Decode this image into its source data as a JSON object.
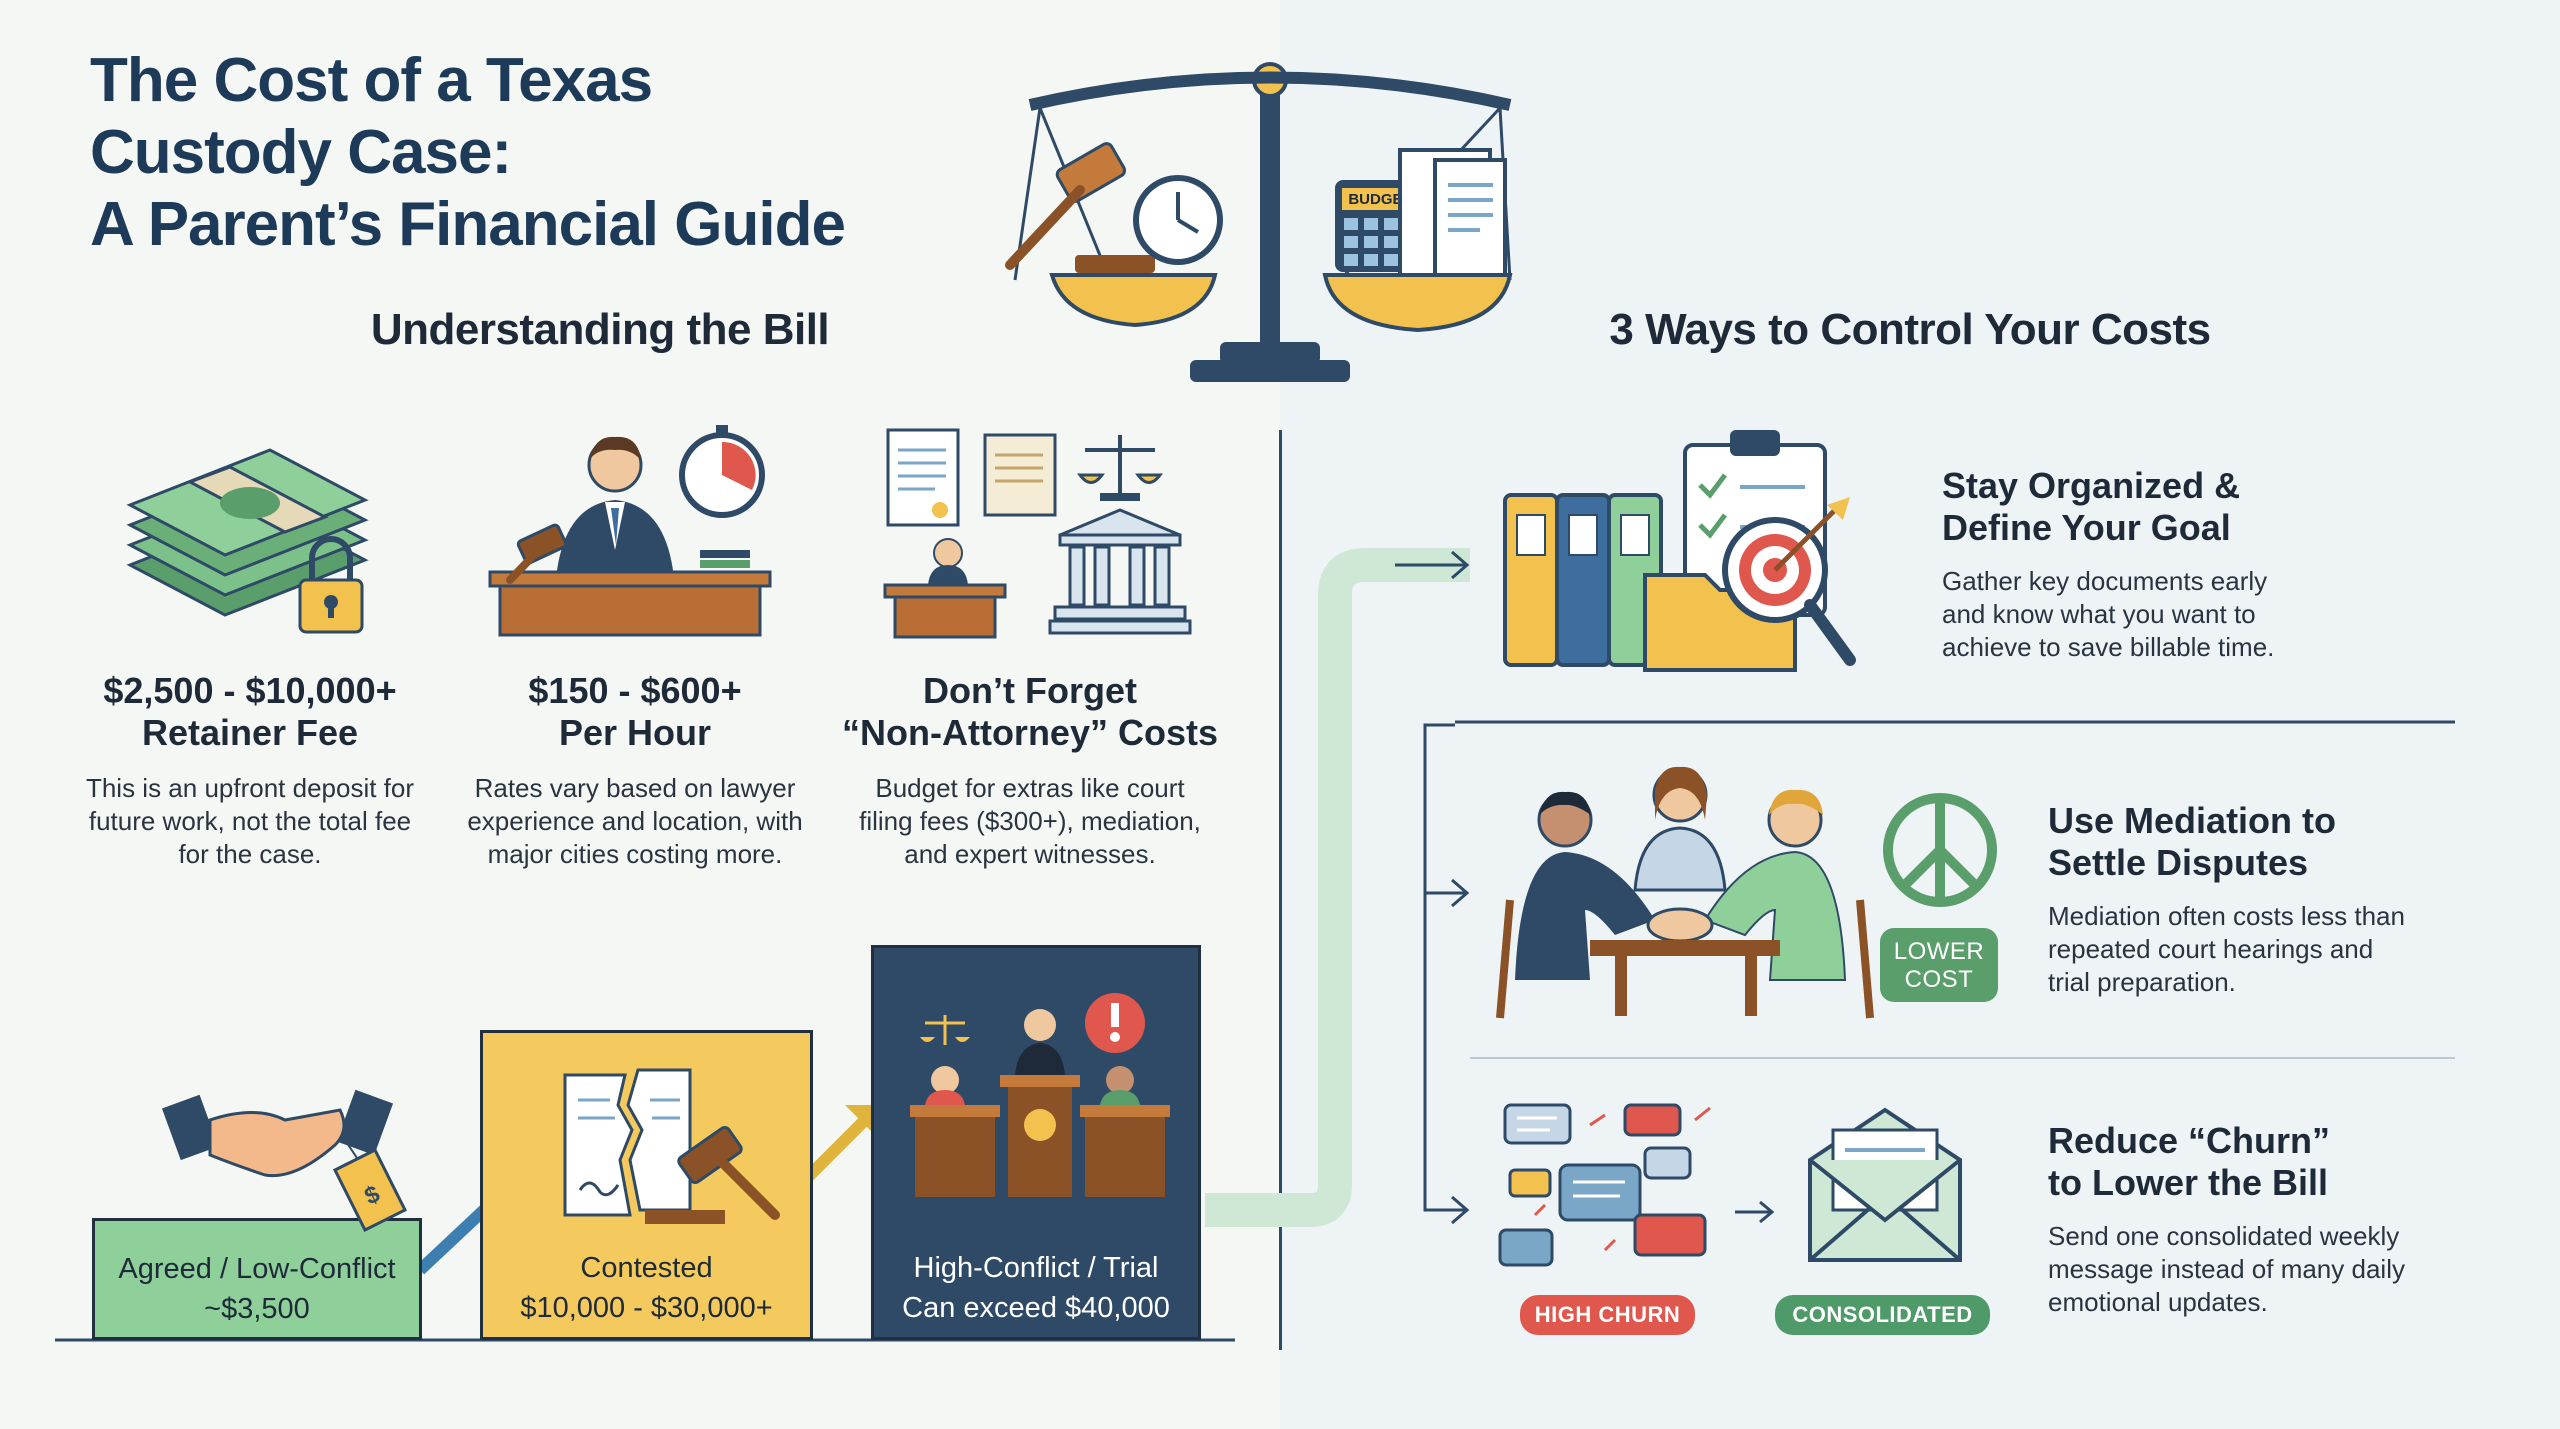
{
  "title": {
    "line1": "The Cost of a Texas",
    "line2": "Custody Case:",
    "line3": "A Parent’s Financial Guide"
  },
  "sections": {
    "left_heading": "Understanding the Bill",
    "right_heading": "3 Ways to Control Your Costs"
  },
  "fees": [
    {
      "title_line1": "$2,500 - $10,000+",
      "title_line2": "Retainer Fee",
      "desc_line1": "This is an upfront deposit for",
      "desc_line2": "future work, not the total fee",
      "desc_line3": "for the case."
    },
    {
      "title_line1": "$150 - $600+",
      "title_line2": "Per Hour",
      "desc_line1": "Rates vary based on lawyer",
      "desc_line2": "experience and location, with",
      "desc_line3": "major cities costing more."
    },
    {
      "title_line1": "Don’t Forget",
      "title_line2": "“Non-Attorney” Costs",
      "desc_line1": "Budget for extras like court",
      "desc_line2": "filing fees ($300+), mediation,",
      "desc_line3": "and expert witnesses."
    }
  ],
  "tiers": [
    {
      "name": "Agreed / Low-Conflict",
      "cost": "~$3,500"
    },
    {
      "name": "Contested",
      "cost": "$10,000 - $30,000+"
    },
    {
      "name": "High-Conflict / Trial",
      "cost": "Can exceed $40,000"
    }
  ],
  "ways": [
    {
      "title_line1": "Stay Organized &",
      "title_line2": "Define Your Goal",
      "desc_line1": "Gather key documents early",
      "desc_line2": "and know what you want to",
      "desc_line3": "achieve to save billable time."
    },
    {
      "title_line1": "Use Mediation to",
      "title_line2": "Settle Disputes",
      "desc_line1": "Mediation often costs less than",
      "desc_line2": "repeated court hearings and",
      "desc_line3": "trial preparation."
    },
    {
      "title_line1": "Reduce “Churn”",
      "title_line2": "to Lower the Bill",
      "desc_line1": "Send one consolidated weekly",
      "desc_line2": "message instead of many daily",
      "desc_line3": "emotional updates."
    }
  ],
  "badges": {
    "lower_cost_line1": "LOWER",
    "lower_cost_line2": "COST",
    "high_churn": "HIGH CHURN",
    "consolidated": "CONSOLIDATED"
  },
  "illustration_text": {
    "budget": "BUDGET"
  },
  "colors": {
    "navy": "#1d3a58",
    "green_box": "#8fcf9a",
    "yellow_box": "#f4c95d",
    "dark_box": "#2e4a66",
    "pill_red": "#e0584d",
    "pill_green": "#4e9a68"
  }
}
